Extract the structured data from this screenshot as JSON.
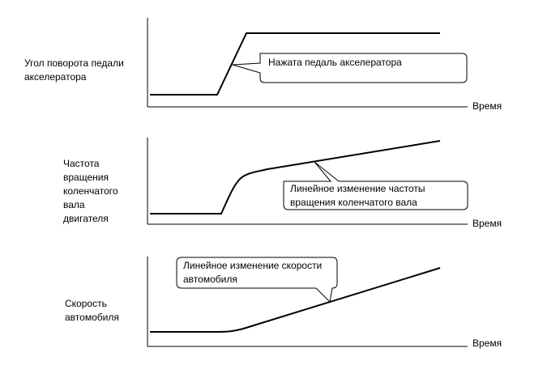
{
  "panels": [
    {
      "label_lines": [
        "Угол поворота педали",
        "акселератора"
      ],
      "time_label": "Время",
      "callout_lines": [
        "Нажата педаль акселератора"
      ]
    },
    {
      "label_lines": [
        "Частота",
        "вращения",
        "коленчатого",
        "вала",
        "двигателя"
      ],
      "time_label": "Время",
      "callout_lines": [
        "Линейное изменение частоты",
        "вращения коленчатого вала"
      ]
    },
    {
      "label_lines": [
        "Скорость",
        "автомобиля"
      ],
      "time_label": "Время",
      "callout_lines": [
        "Линейное изменение скорости",
        "автомобиля"
      ]
    }
  ],
  "colors": {
    "line": "#000000",
    "background": "#ffffff"
  }
}
